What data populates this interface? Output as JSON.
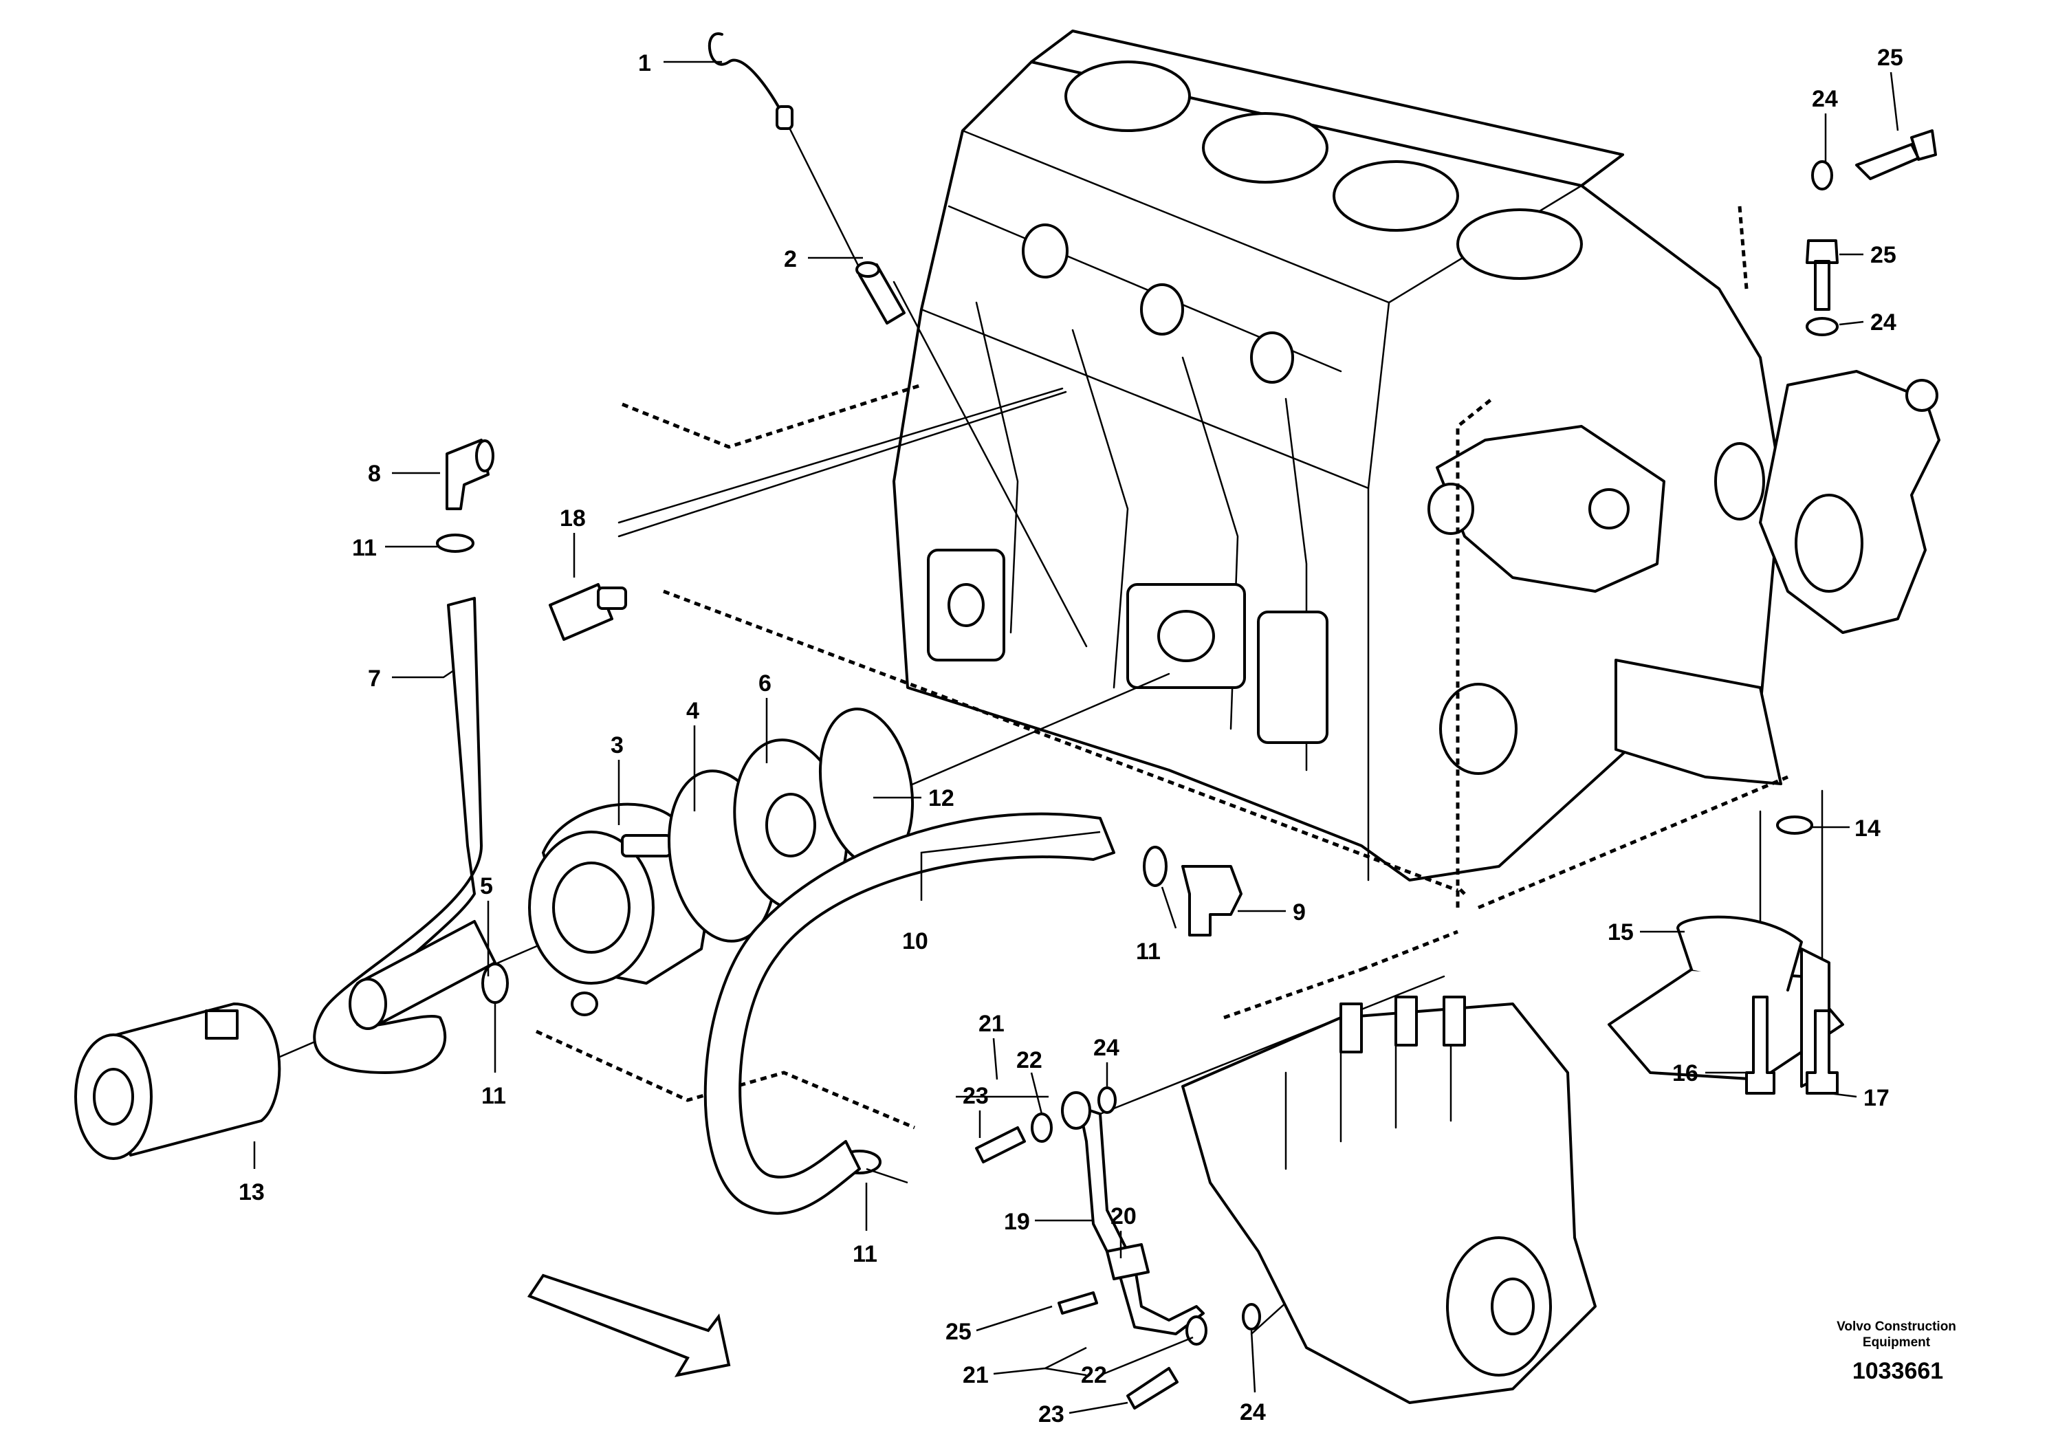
{
  "figure": {
    "credit_line1": "Volvo Construction",
    "credit_line2": "Equipment",
    "doc_number": "1033661"
  },
  "callouts": {
    "c1": "1",
    "c2": "2",
    "c3": "3",
    "c4": "4",
    "c5": "5",
    "c6": "6",
    "c7": "7",
    "c8": "8",
    "c9": "9",
    "c10": "10",
    "c11a": "11",
    "c11b": "11",
    "c11c": "11",
    "c11d": "11",
    "c12": "12",
    "c13": "13",
    "c14": "14",
    "c15": "15",
    "c16": "16",
    "c17": "17",
    "c18": "18",
    "c19": "19",
    "c20": "20",
    "c21a": "21",
    "c21b": "21",
    "c22a": "22",
    "c22b": "22",
    "c23a": "23",
    "c23b": "23",
    "c24a": "24",
    "c24b": "24",
    "c24c": "24",
    "c24d": "24",
    "c25a": "25",
    "c25b": "25",
    "c25c": "25"
  }
}
